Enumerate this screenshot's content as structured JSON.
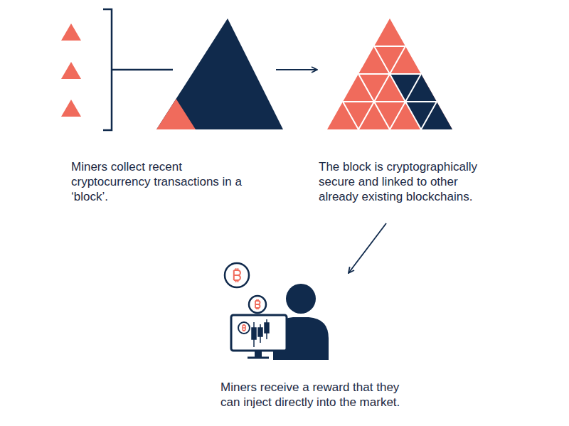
{
  "diagram": {
    "nodes": [
      {
        "text": [
          "Miners collect recent cryptocurrency transactions in a ‘block’."
        ]
      },
      {
        "text": [
          "The block is cryptographically secure and linked to other already existing blockchains."
        ]
      },
      {
        "text": [
          "Miners receive a reward that they can inject directly into the market."
        ]
      }
    ],
    "edges": [
      {
        "from": 0,
        "to": 1,
        "arrow": "to"
      },
      {
        "from": 1,
        "to": 2,
        "arrow": "to"
      }
    ]
  }
}
